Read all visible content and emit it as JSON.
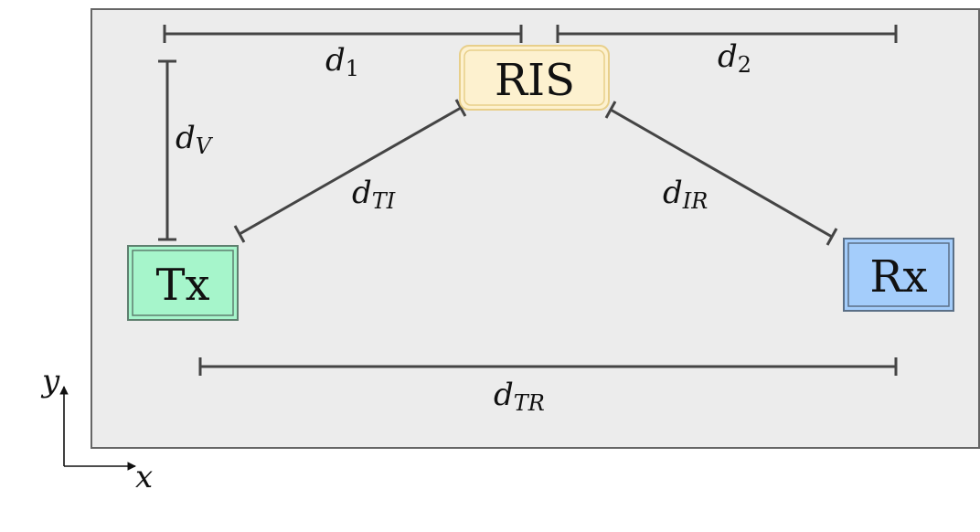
{
  "nodes": {
    "ris": {
      "label": "RIS",
      "fill": "#fdf1cf",
      "border": "#e8cf8a"
    },
    "tx": {
      "label": "Tx",
      "fill": "#a6f5cb",
      "border": "#5f7f6f"
    },
    "rx": {
      "label": "Rx",
      "fill": "#a4cdfb",
      "border": "#5b6f86"
    }
  },
  "distances": {
    "d1": {
      "base": "d",
      "sub": "1"
    },
    "d2": {
      "base": "d",
      "sub": "2"
    },
    "dv": {
      "base": "d",
      "sub": "V"
    },
    "dti": {
      "base": "d",
      "sub": "TI"
    },
    "dir": {
      "base": "d",
      "sub": "IR"
    },
    "dtr": {
      "base": "d",
      "sub": "TR"
    }
  },
  "axes": {
    "x_label": "x",
    "y_label": "y"
  },
  "colors": {
    "region_fill": "#ececec",
    "region_border": "#666666",
    "line": "#444444"
  }
}
